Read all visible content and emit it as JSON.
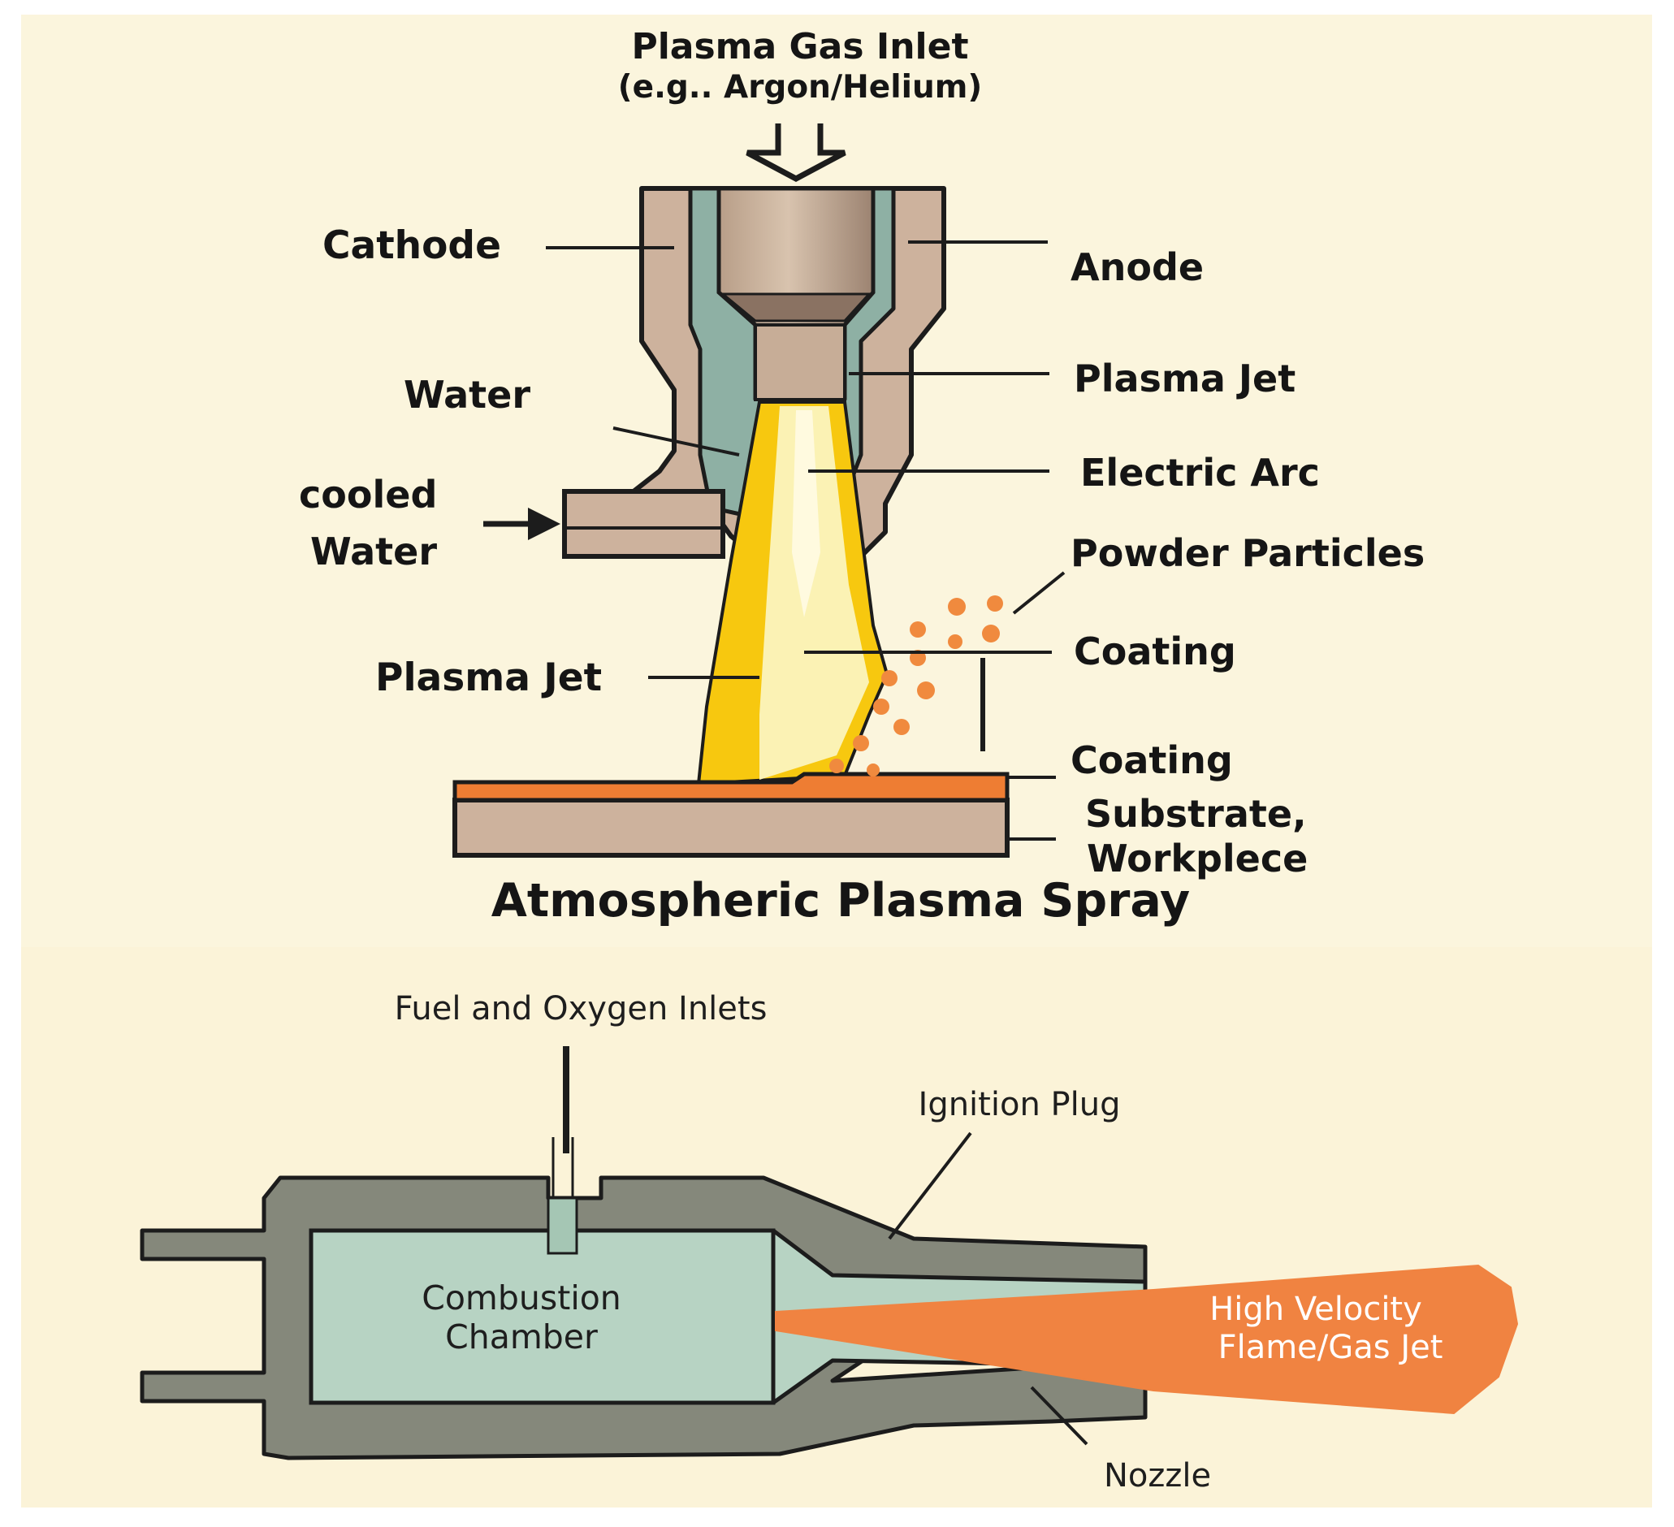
{
  "colors": {
    "background": "#fbf5dd",
    "body_tan": "#cdb29d",
    "cooling_teal": "#8eb0a4",
    "cathode_tip": "#a68d78",
    "plasma_yellow": "#f7c80f",
    "plasma_core": "#fbf2b4",
    "coating_orange": "#ee7d33",
    "particle_orange": "#f08a3e",
    "gun_gray": "#85887b",
    "chamber_green": "#b7d3c3",
    "flame_orange": "#f08341",
    "outline": "#1c1c1c"
  },
  "top": {
    "gas_inlet_title": "Plasma Gas Inlet",
    "gas_inlet_subtitle": "(e.g.. Argon/Helium)",
    "cathode": "Cathode",
    "anode": "Anode",
    "water": "Water",
    "cooled_line1": "cooled",
    "cooled_line2": "Water",
    "plasma_jet_upper": "Plasma Jet",
    "electric_arc": "Electric Arc",
    "powder_particles": "Powder Particles",
    "coating_upper": "Coating",
    "plasma_jet_left": "Plasma Jet",
    "coating_lower": "Coating",
    "substrate_line1": "Substrate,",
    "substrate_line2": "Workplece",
    "title": "Atmospheric Plasma Spray"
  },
  "bottom": {
    "fuel_inlets": "Fuel and Oxygen Inlets",
    "ignition_plug": "Ignition Plug",
    "chamber_line1": "Combustion",
    "chamber_line2": "Chamber",
    "jet_line1": "High Velocity",
    "jet_line2": "Flame/Gas Jet",
    "nozzle": "Nozzle"
  }
}
